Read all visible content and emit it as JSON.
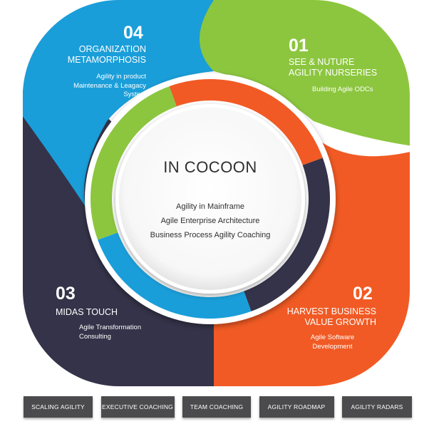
{
  "colors": {
    "blue": "#1a9ed9",
    "green": "#8cc63f",
    "orange": "#f15a24",
    "navy": "#343349"
  },
  "quadrants": {
    "q04": {
      "number": "04",
      "title_line1": "ORGANIZATION",
      "title_line2": "METAMORPHOSIS",
      "desc_line1": "Agility in product",
      "desc_line2": "Maintenance & Leagacy",
      "desc_line3": "System"
    },
    "q01": {
      "number": "01",
      "title_line1": "SEE & NUTURE",
      "title_line2": "AGILITY NURSERIES",
      "desc_line1": "Building Agile ODCs"
    },
    "q03": {
      "number": "03",
      "title_line1": "MIDAS TOUCH",
      "desc_line1": "Agile Transformation",
      "desc_line2": "Consulting"
    },
    "q02": {
      "number": "02",
      "title_line1": "HARVEST BUSINESS",
      "title_line2": "VALUE GROWTH",
      "desc_line1": "Agile Software",
      "desc_line2": "Development"
    }
  },
  "center": {
    "title": "IN COCOON",
    "items": [
      "Agility in Mainframe",
      "Agile Enterprise Architecture",
      "Business Process Agility Coaching"
    ]
  },
  "footer_buttons": [
    "SCALING AGILITY",
    "EXECUTIVE COACHING",
    "TEAM COACHING",
    "AGILITY ROADMAP",
    "AGILITY RADARS"
  ]
}
